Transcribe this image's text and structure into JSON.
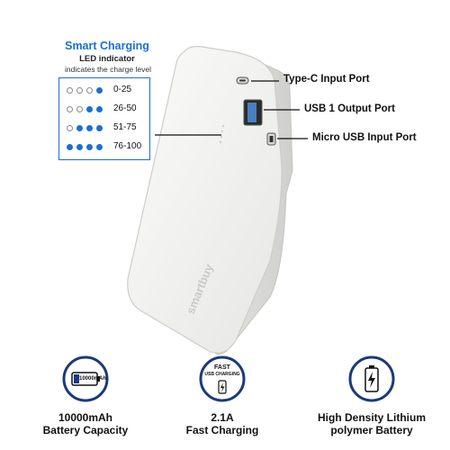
{
  "led": {
    "title": "Smart Charging",
    "subtitle": "LED indicator",
    "caption": "indicates the charge level",
    "rows": [
      {
        "range": "0-25",
        "on": 1
      },
      {
        "range": "26-50",
        "on": 2
      },
      {
        "range": "51-75",
        "on": 3
      },
      {
        "range": "76-100",
        "on": 4
      }
    ]
  },
  "device": {
    "brand": "smartbuy"
  },
  "ports": {
    "typec": "Type-C Input Port",
    "usb1": "USB 1 Output Port",
    "micro": "Micro USB Input Port"
  },
  "features": {
    "capacity": {
      "icon": "battery-icon",
      "icon_text": "10000mAh",
      "line1": "10000mAh",
      "line2": "Battery Capacity"
    },
    "fast": {
      "icon": "fast-charging-icon",
      "icon_text_1": "FAST",
      "icon_text_2": "USB CHARGING",
      "line1": "2.1A",
      "line2": "Fast Charging"
    },
    "lithium": {
      "icon": "lithium-battery-icon",
      "line1": "High Density Lithium",
      "line2": "polymer Battery"
    }
  },
  "colors": {
    "accent": "#1b6fd6",
    "ring": "#1a3a7a",
    "device": "#f1f1ef"
  }
}
